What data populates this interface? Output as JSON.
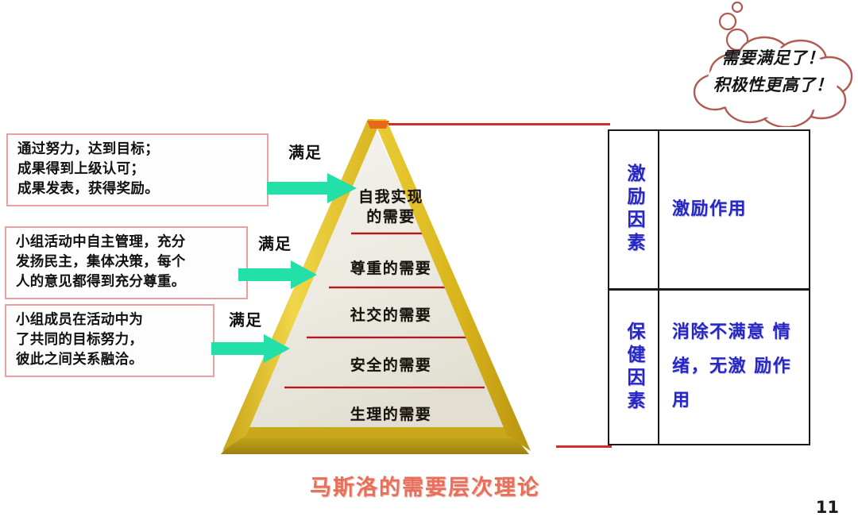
{
  "slide": {
    "page_number": "11",
    "caption": "马斯洛的需要层次理论"
  },
  "notes": [
    {
      "text": "通过努力，达到目标；\n成果得到上级认可；\n成果发表，获得奖励。"
    },
    {
      "text": "小组活动中自主管理，充分\n发扬民主，集体决策，每个\n人的意见都得到充分尊重。"
    },
    {
      "text": "小组成员在活动中为\n了共同的目标努力，\n彼此之间关系融洽。"
    }
  ],
  "arrows": [
    {
      "label": "满足"
    },
    {
      "label": "满足"
    },
    {
      "label": "满足"
    }
  ],
  "pyramid": {
    "levels": [
      {
        "label": "自我实现\n的需要"
      },
      {
        "label": "尊重的需要"
      },
      {
        "label": "社交的需要"
      },
      {
        "label": "安全的需要"
      },
      {
        "label": "生理的需要"
      }
    ]
  },
  "factor_table": {
    "rows": [
      {
        "factor": "激励因素",
        "effect": "激励作用"
      },
      {
        "factor": "保健因素",
        "effect": "消除不满意\n情绪，无激\n励作用"
      }
    ]
  },
  "thought_bubble": {
    "text": "需要满足了！\n积极性更高了！"
  },
  "colors": {
    "arrow_green": "#22e0a8",
    "note_border": "#e8a0a0",
    "connector_red": "#d42d2d",
    "pyramid_gold": "#e8c12a",
    "pyramid_face": "#ebe9e0",
    "table_text_blue": "#2626c4",
    "caption_red": "#e8705a",
    "bubble_outline": "#b05a52"
  }
}
